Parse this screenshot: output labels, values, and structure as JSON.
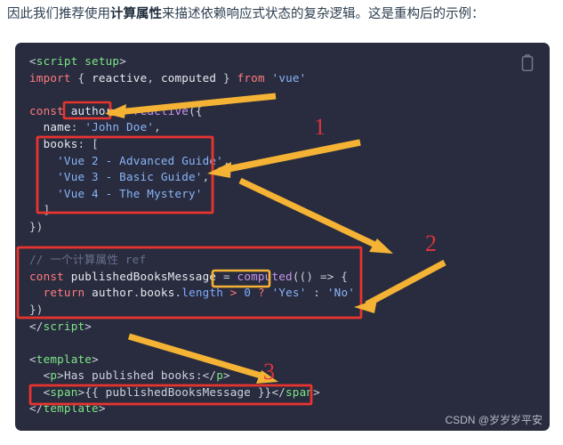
{
  "intro": {
    "prefix": "因此我们推荐使用",
    "bold": "计算属性",
    "suffix": "来描述依赖响应式状态的复杂逻辑。这是重构后的示例："
  },
  "code_block": {
    "language": "vue",
    "copy_icon": "clipboard-icon",
    "background": "#282c3e",
    "lines": [
      "<script setup>",
      "import { reactive, computed } from 'vue'",
      "",
      "const author = reactive({",
      "  name: 'John Doe',",
      "  books: [",
      "    'Vue 2 - Advanced Guide',",
      "    'Vue 3 - Basic Guide',",
      "    'Vue 4 - The Mystery'",
      "  ]",
      "})",
      "",
      "// 一个计算属性 ref",
      "const publishedBooksMessage = computed(() => {",
      "  return author.books.length > 0 ? 'Yes' : 'No'",
      "})",
      "</script>",
      "",
      "<template>",
      "  <p>Has published books:</p>",
      "  <span>{{ publishedBooksMessage }}</span>",
      "</template>"
    ]
  },
  "annotations": {
    "numbers": [
      {
        "label": "1",
        "color": "#d9333f"
      },
      {
        "label": "2",
        "color": "#d9333f"
      },
      {
        "label": "3",
        "color": "#d9333f"
      }
    ],
    "highlight_boxes": [
      {
        "name": "author-identifier-box",
        "color": "#e8342f",
        "target": "author"
      },
      {
        "name": "books-array-box",
        "color": "#e8342f",
        "target": "books: [ ... ]"
      },
      {
        "name": "computed-block-box",
        "color": "#e8342f",
        "target": "computed block"
      },
      {
        "name": "computed-keyword-box",
        "color": "#f5b335",
        "target": "computed"
      },
      {
        "name": "span-line-box",
        "color": "#e8342f",
        "target": "<span>{{ publishedBooksMessage }}</span>"
      }
    ],
    "arrow_color": "#f5b335"
  },
  "watermark": {
    "text": "CSDN @岁岁岁平安"
  }
}
